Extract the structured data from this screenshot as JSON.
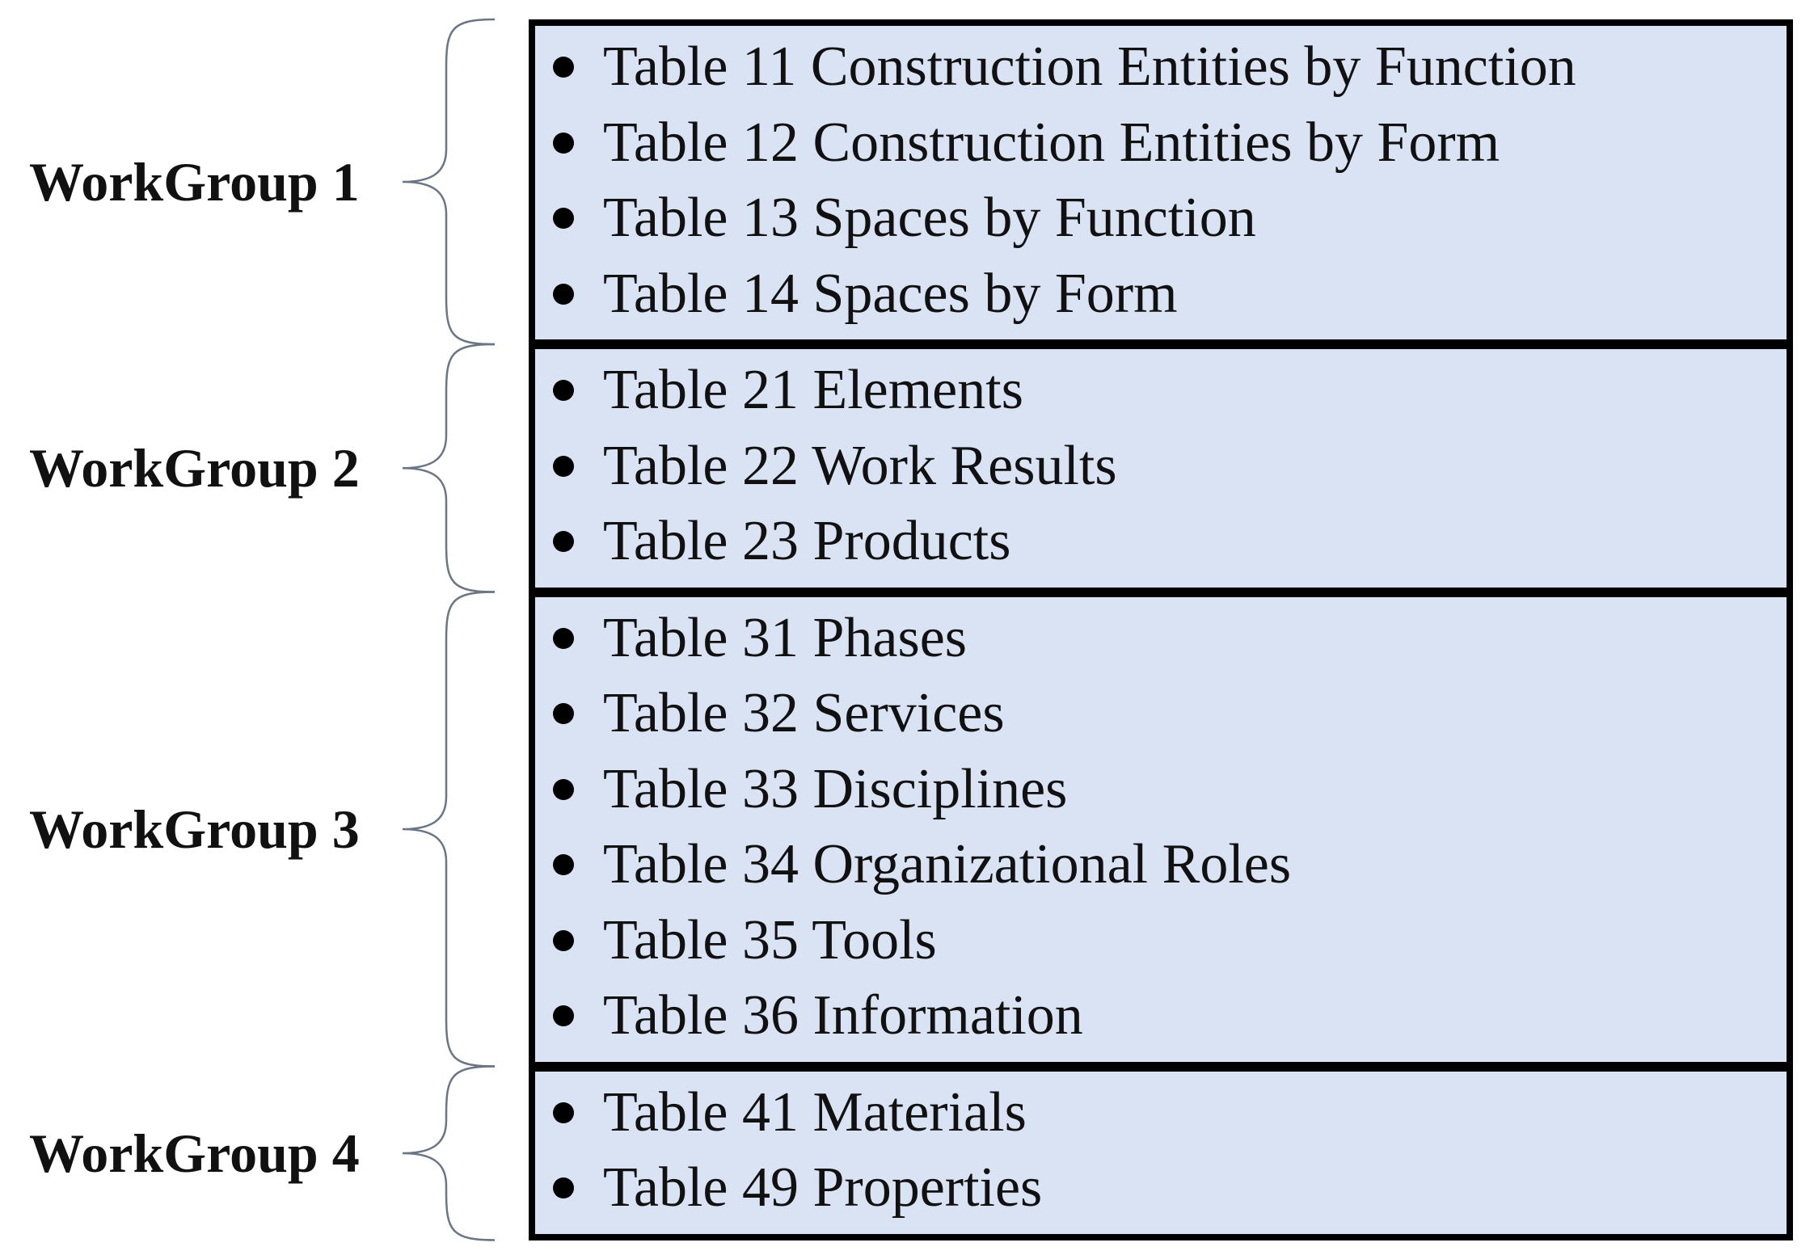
{
  "colors": {
    "panel_fill": "#dae3f3",
    "border": "#000000",
    "brace": "#6b7685",
    "text": "#111111"
  },
  "groups": [
    {
      "label": "WorkGroup 1",
      "items": [
        "Table 11 Construction Entities by Function",
        "Table 12 Construction Entities by Form",
        "Table 13 Spaces by Function",
        "Table 14 Spaces by Form"
      ]
    },
    {
      "label": "WorkGroup 2",
      "items": [
        "Table 21 Elements",
        "Table 22 Work Results",
        "Table 23 Products"
      ]
    },
    {
      "label": "WorkGroup 3",
      "items": [
        "Table 31 Phases",
        "Table 32 Services",
        "Table 33 Disciplines",
        "Table 34 Organizational Roles",
        "Table 35 Tools",
        "Table 36 Information"
      ]
    },
    {
      "label": "WorkGroup 4",
      "items": [
        "Table 41 Materials",
        "Table 49 Properties"
      ]
    }
  ]
}
